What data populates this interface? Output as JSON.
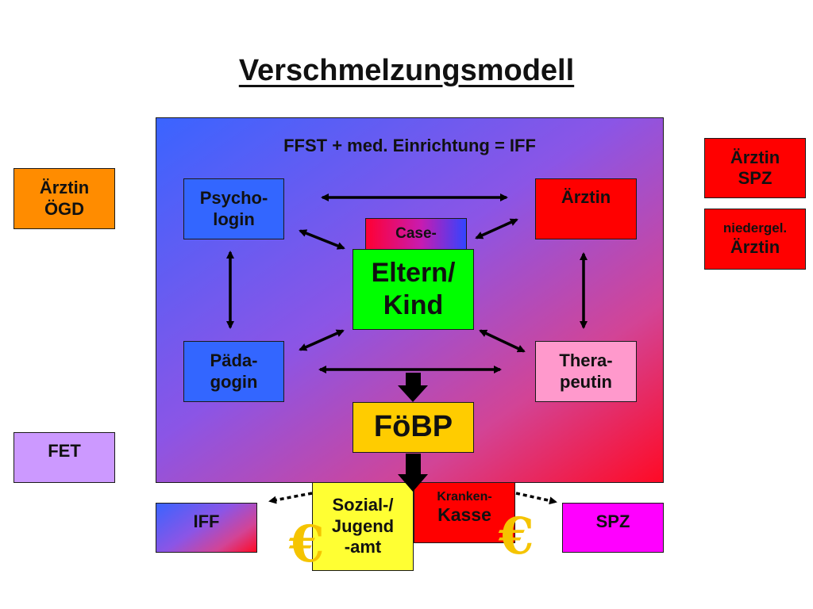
{
  "title": "Verschmelzungsmodell",
  "panel": {
    "title": "FFST + med. Einrichtung = IFF"
  },
  "nodes": {
    "psychologin": {
      "line1": "Psycho-",
      "line2": "login"
    },
    "aerztin_inner": {
      "label": "Ärztin"
    },
    "case": {
      "label": "Case-"
    },
    "eltern_kind": {
      "line1": "Eltern/",
      "line2": "Kind"
    },
    "paedagogin": {
      "line1": "Päda-",
      "line2": "gogin"
    },
    "therapeutin": {
      "line1": "Thera-",
      "line2": "peutin"
    },
    "foebp": {
      "label": "FöBP"
    }
  },
  "outside": {
    "aerztin_oegd": {
      "line1": "Ärztin",
      "line2": "ÖGD"
    },
    "fet": {
      "label": "FET"
    },
    "aerztin_spz": {
      "line1": "Ärztin",
      "line2": "SPZ"
    },
    "niedergel": {
      "line1": "niedergel.",
      "line2": "Ärztin"
    }
  },
  "bottom": {
    "iff": {
      "label": "IFF"
    },
    "sozial": {
      "line1": "Sozial-/",
      "line2": "Jugend",
      "line3": "-amt"
    },
    "kasse": {
      "line1": "Kranken-",
      "line2": "Kasse"
    },
    "spz": {
      "label": "SPZ"
    }
  },
  "symbols": {
    "euro": "€"
  },
  "colors": {
    "orange": "#ff8c00",
    "red": "#ff0000",
    "green": "#00ff00",
    "yellow": "#ffcc00",
    "light_purple": "#cc99ff",
    "magenta": "#ff00ff",
    "blue": "#3366ff",
    "euro": "#f5c400"
  }
}
